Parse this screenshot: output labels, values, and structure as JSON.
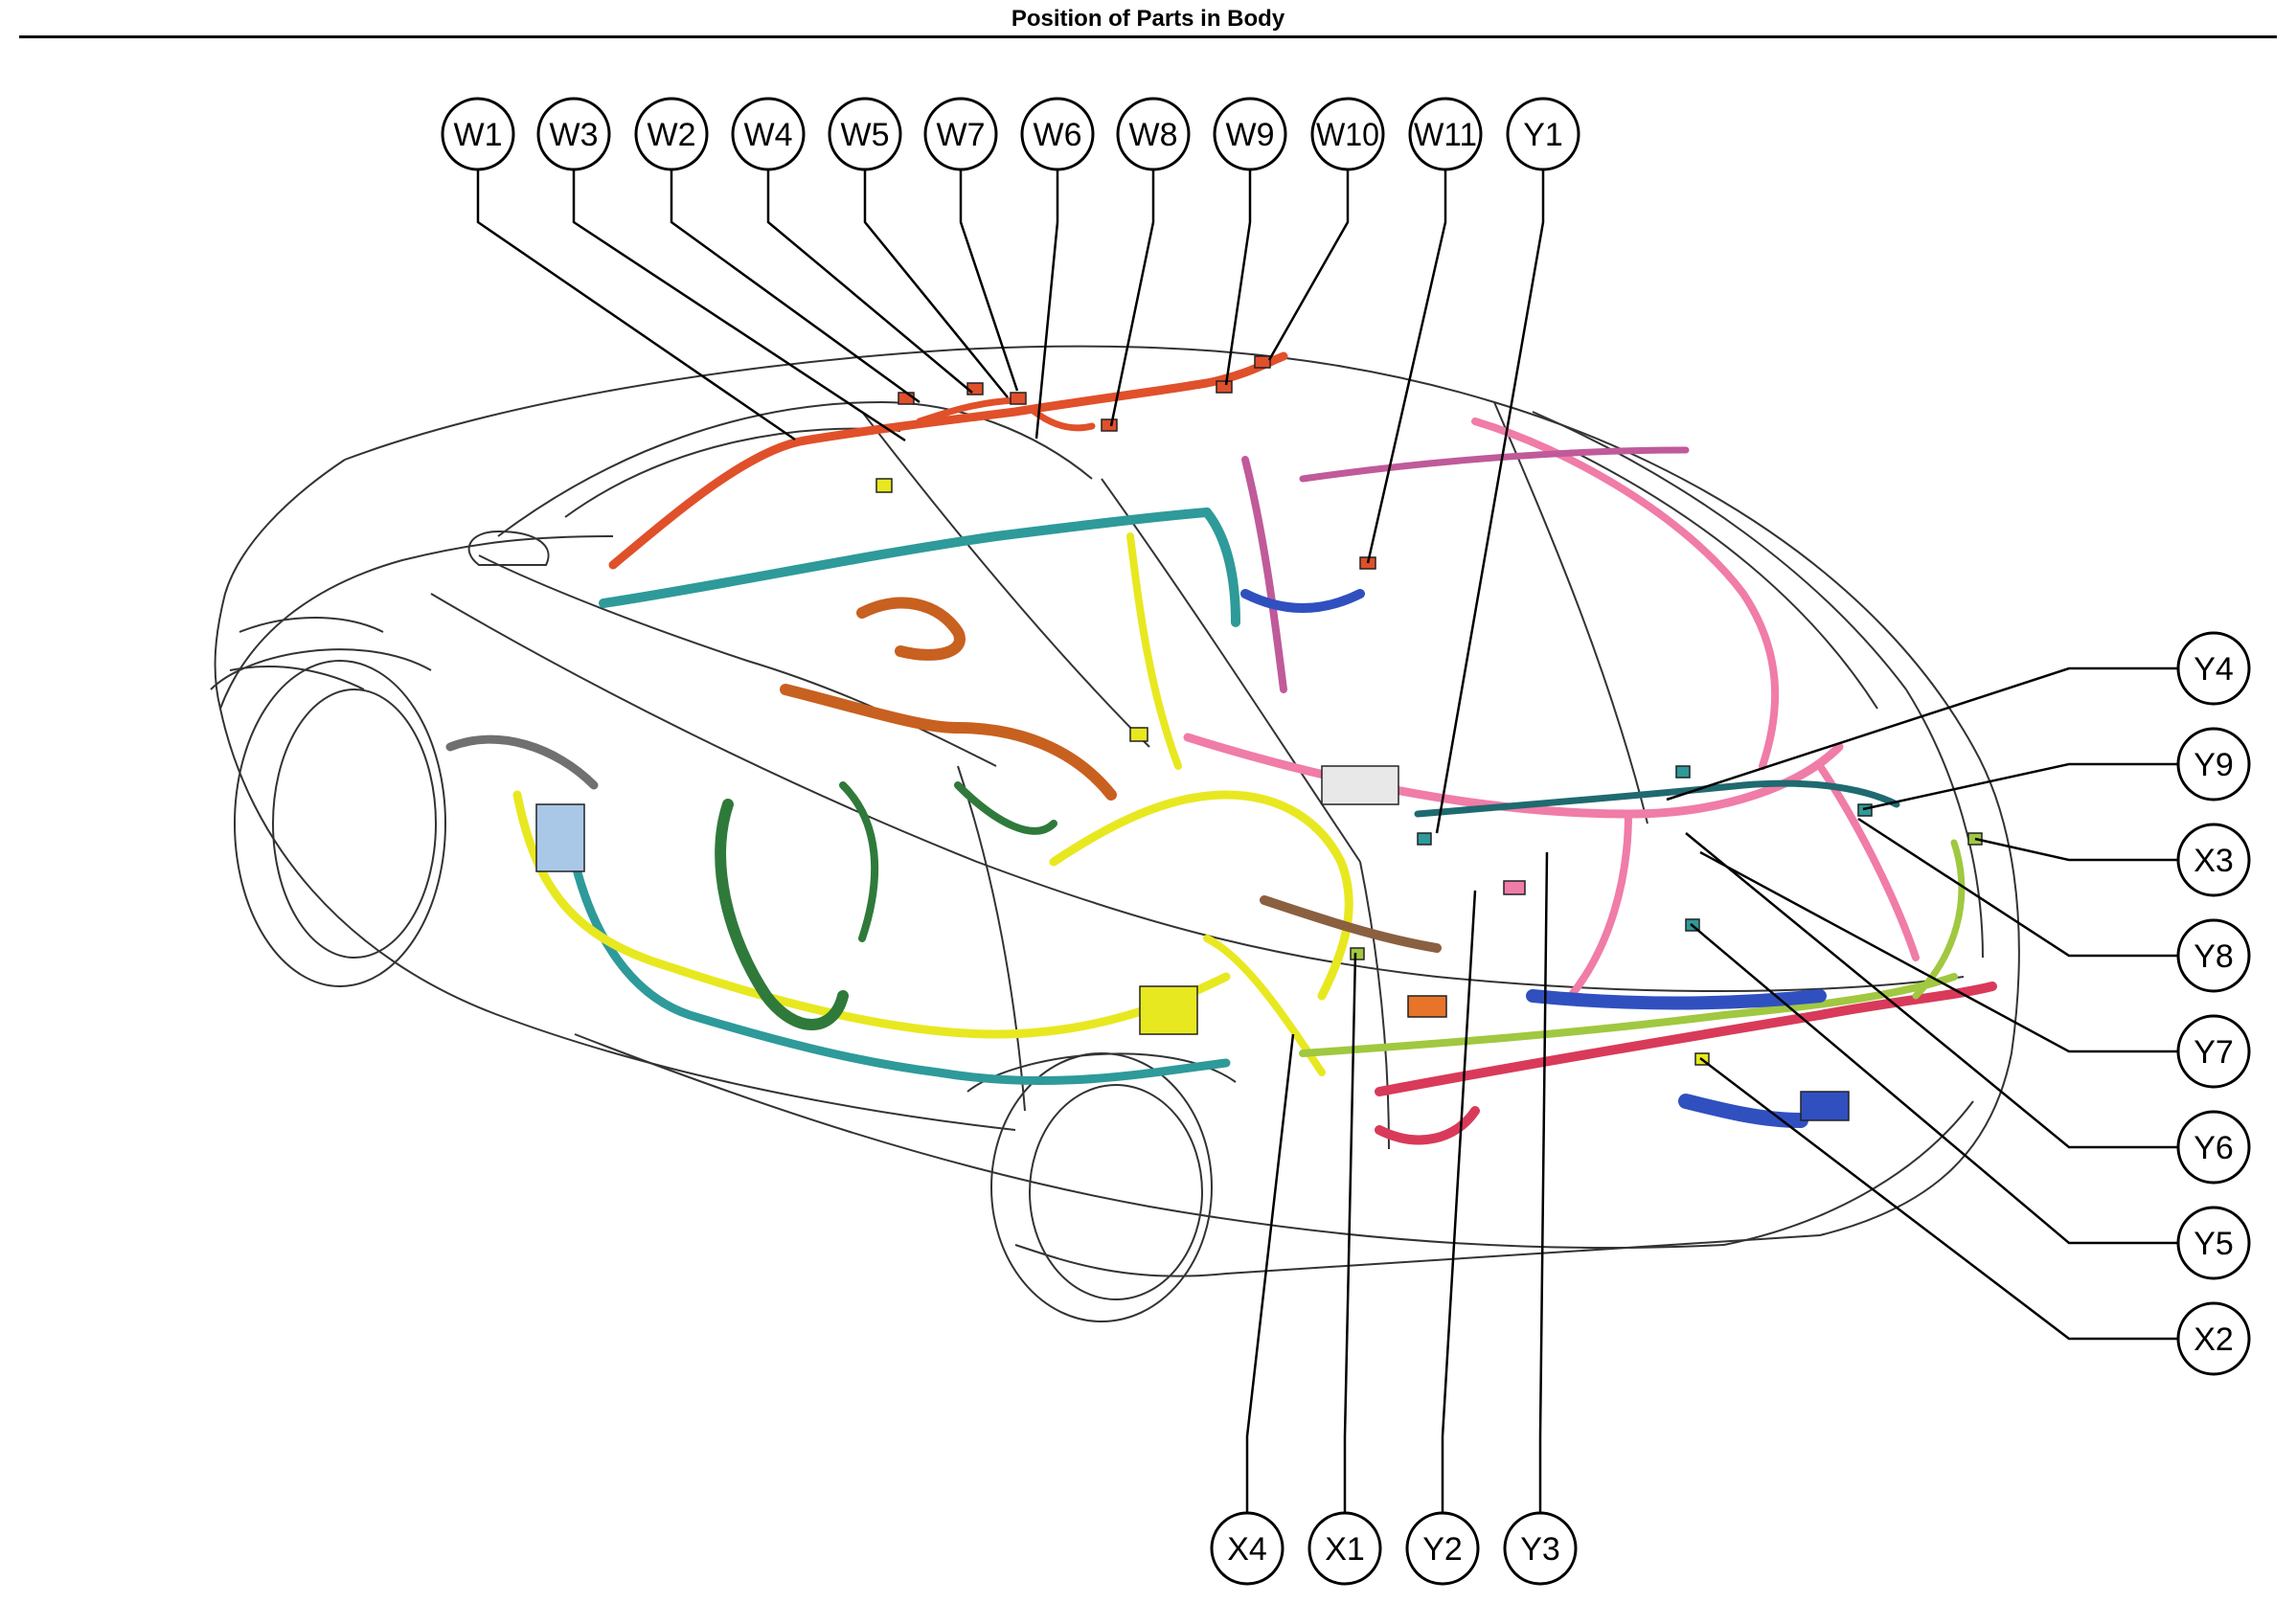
{
  "title": "Position of Parts in Body",
  "callouts": [
    {
      "label": "W1"
    },
    {
      "label": "W3"
    },
    {
      "label": "W2"
    },
    {
      "label": "W4"
    },
    {
      "label": "W5"
    },
    {
      "label": "W7"
    },
    {
      "label": "W6"
    },
    {
      "label": "W8"
    },
    {
      "label": "W9"
    },
    {
      "label": "W10"
    },
    {
      "label": "W11"
    },
    {
      "label": "Y1"
    },
    {
      "label": "Y4"
    },
    {
      "label": "Y9"
    },
    {
      "label": "X3"
    },
    {
      "label": "Y8"
    },
    {
      "label": "Y7"
    },
    {
      "label": "Y6"
    },
    {
      "label": "Y5"
    },
    {
      "label": "X2"
    },
    {
      "label": "X4"
    },
    {
      "label": "X1"
    },
    {
      "label": "Y2"
    },
    {
      "label": "Y3"
    }
  ],
  "harness_colors": {
    "roof": "#e0502a",
    "floor": "#f07ca8",
    "instrument": "#e8e820",
    "cowl": "#2e9a9a",
    "door": "#2f7a3a",
    "engine": "#d93a5a",
    "rear_body": "#c05a9a",
    "misc_blue": "#3050c0",
    "misc_lime": "#a0c840",
    "misc_brown": "#c86020"
  }
}
